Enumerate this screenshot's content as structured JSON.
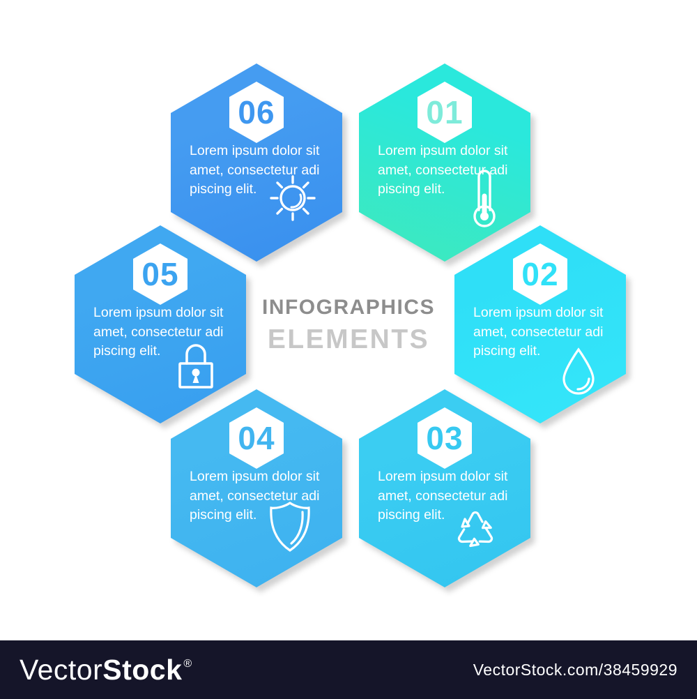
{
  "title": {
    "line1": "INFOGRAPHICS",
    "line2": "ELEMENTS",
    "line1_color": "#8D8D8D",
    "line2_color": "#C7C7C7"
  },
  "items": [
    {
      "id": "01",
      "number": "01",
      "lines": [
        "Lorem ipsum dolor sit",
        "amet, consectetur adi",
        "piscing elit."
      ],
      "icon": "thermometer-icon",
      "color": "#2AE8DC",
      "color2": "#3FE9BC",
      "gradient_angle": "200deg",
      "number_color": "#7EEBDA"
    },
    {
      "id": "02",
      "number": "02",
      "lines": [
        "Lorem ipsum dolor sit",
        "amet, consectetur adi",
        "piscing elit."
      ],
      "icon": "water-drop-icon",
      "color": "#2FDFF7",
      "color2": "#35E6FA",
      "gradient_angle": "160deg",
      "number_color": "#30E1F8"
    },
    {
      "id": "03",
      "number": "03",
      "lines": [
        "Lorem ipsum dolor sit",
        "amet, consectetur adi",
        "piscing elit."
      ],
      "icon": "recycle-icon",
      "color": "#3BCDF2",
      "color2": "#33C5F0",
      "gradient_angle": "160deg",
      "number_color": "#37C9F1"
    },
    {
      "id": "04",
      "number": "04",
      "lines": [
        "Lorem ipsum dolor sit",
        "amet, consectetur adi",
        "piscing elit."
      ],
      "icon": "shield-icon",
      "color": "#45B9F1",
      "color2": "#3DB1EF",
      "gradient_angle": "160deg",
      "number_color": "#41B5F0"
    },
    {
      "id": "05",
      "number": "05",
      "lines": [
        "Lorem ipsum dolor sit",
        "amet, consectetur adi",
        "piscing elit."
      ],
      "icon": "lock-icon",
      "color": "#40A8F1",
      "color2": "#379EEF",
      "gradient_angle": "160deg",
      "number_color": "#3BA3F0"
    },
    {
      "id": "06",
      "number": "06",
      "lines": [
        "Lorem ipsum dolor sit",
        "amet, consectetur adi",
        "piscing elit."
      ],
      "icon": "sun-icon",
      "color": "#459CF1",
      "color2": "#388FEE",
      "gradient_angle": "160deg",
      "number_color": "#3E97F0"
    }
  ],
  "watermark": {
    "logo_vector": "Vector",
    "logo_stock": "Stock",
    "logo_reg": "®",
    "url": "VectorStock.com/38459929",
    "bar_color": "#151529"
  }
}
